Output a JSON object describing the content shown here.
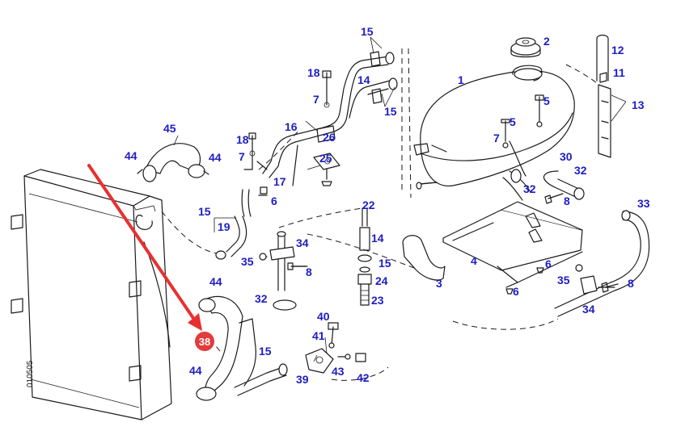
{
  "diagram": {
    "code": "010505",
    "highlight": {
      "part": "38",
      "color": "#e23b3b",
      "arrow_color": "#e83030"
    },
    "label_color": "#1d1dc4",
    "labels": [
      "1",
      "2",
      "3",
      "4",
      "5",
      "5",
      "6",
      "6",
      "6",
      "7",
      "7",
      "7",
      "8",
      "8",
      "8",
      "11",
      "12",
      "13",
      "14",
      "14",
      "15",
      "15",
      "15",
      "15",
      "15",
      "16",
      "17",
      "18",
      "18",
      "19",
      "22",
      "23",
      "24",
      "25",
      "26",
      "30",
      "32",
      "32",
      "32",
      "33",
      "34",
      "34",
      "35",
      "35",
      "39",
      "40",
      "41",
      "42",
      "43",
      "44",
      "44",
      "44",
      "44",
      "45"
    ]
  }
}
